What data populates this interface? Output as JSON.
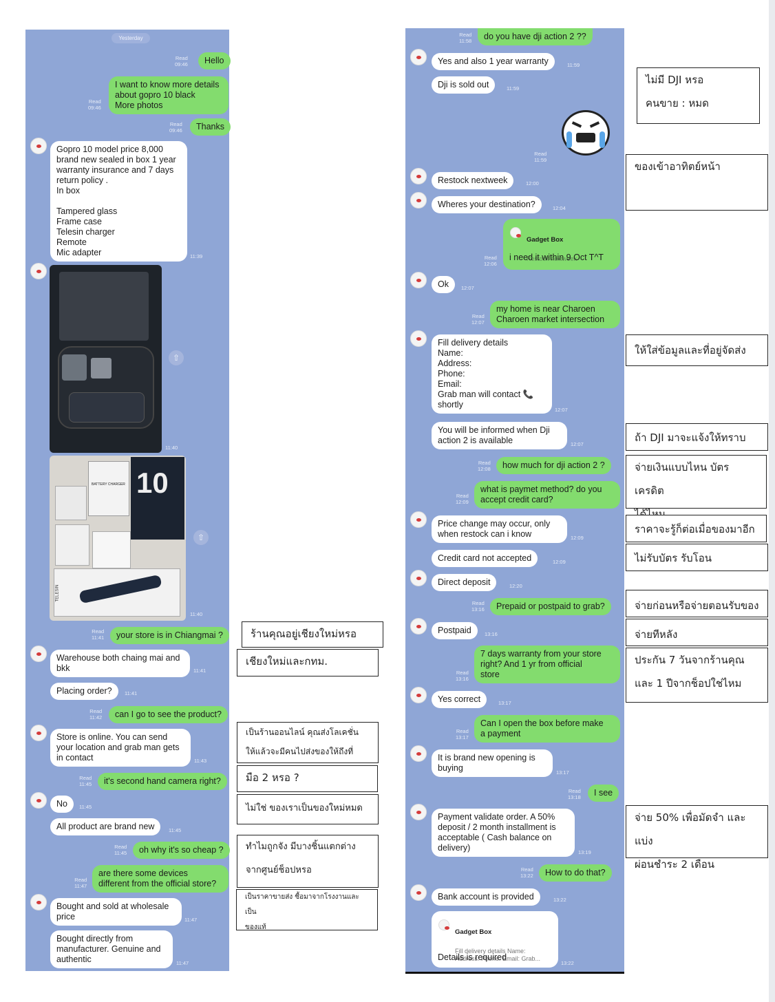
{
  "left_chat": {
    "date_pill": "Yesterday",
    "messages": [
      {
        "text": "Hello",
        "meta": "Read\n09:46"
      },
      {
        "text": "I want to know more details\nabout gopro 10 black\nMore photos",
        "meta": "Read\n09:46"
      },
      {
        "text": "Thanks",
        "meta": "Read\n09:46"
      },
      {
        "text": "Gopro 10 model price 8,000\nbrand new sealed in box 1 year\nwarranty insurance and 7 days\nreturn policy .\nIn box\n\nTampered glass\nFrame case\nTelesin charger\nRemote\nMic adapter",
        "meta": "11:39"
      },
      {
        "text": "your store is in Chiangmai ?",
        "meta": "Read\n11:41"
      },
      {
        "text": "Warehouse both chaing mai and\nbkk",
        "meta": "11:41"
      },
      {
        "text": "Placing order?",
        "meta": "11:41"
      },
      {
        "text": "can I go to see the product?",
        "meta": "Read\n11:42"
      },
      {
        "text": "Store is online. You can send\nyour location and grab man gets\nin contact",
        "meta": "11:43"
      },
      {
        "text": "it's second hand camera right?",
        "meta": "Read\n11:45"
      },
      {
        "text": "No",
        "meta": "11:45"
      },
      {
        "text": "All product are brand new",
        "meta": "11:45"
      },
      {
        "text": "oh why it's so cheap ?",
        "meta": "Read\n11:45"
      },
      {
        "text": "are there some devices\ndifferent from the official store?",
        "meta": "Read\n11:47"
      },
      {
        "text": "Bought and sold at wholesale\nprice",
        "meta": "11:47"
      },
      {
        "text": "Bought directly from\nmanufacturer. Genuine and\nauthentic",
        "meta": "11:47"
      }
    ],
    "photo_times": [
      "11:40",
      "11:40"
    ],
    "photo_text": {
      "battery_charger": "BATTERY CHARGER",
      "gopro_number": "10",
      "telesin": "TELESIN"
    }
  },
  "right_chat": {
    "messages": [
      {
        "text": "do you have dji action 2 ??",
        "meta": "Read\n11:58"
      },
      {
        "text": "Yes and also 1 year warranty",
        "meta": "11:59"
      },
      {
        "text": "Dji is sold out",
        "meta": "11:59"
      },
      {
        "text": "Restock nextweek",
        "meta": "12:00"
      },
      {
        "text": "Wheres your destination?",
        "meta": "12:04"
      },
      {
        "text": "i need it within 9 Oct T^T",
        "meta": "Read\n12:06"
      },
      {
        "text": "Ok",
        "meta": "12:07"
      },
      {
        "text": "my home is near Charoen\nCharoen market intersection",
        "meta": "Read\n12:07"
      },
      {
        "text": "Fill delivery details\nName:\nAddress:\nPhone:\nEmail:\nGrab man will contact 📞\nshortly",
        "meta": "12:07"
      },
      {
        "text": "You will be informed when Dji\naction 2 is available",
        "meta": "12:07"
      },
      {
        "text": "how much for dji action 2 ?",
        "meta": "Read\n12:08"
      },
      {
        "text": "what is paymet method? do you\naccept credit card?",
        "meta": "Read\n12:09"
      },
      {
        "text": "Price change may occur, only\nwhen restock can i know",
        "meta": "12:09"
      },
      {
        "text": "Credit card not accepted",
        "meta": "12:09"
      },
      {
        "text": "Direct deposit",
        "meta": "12:20"
      },
      {
        "text": "Prepaid or postpaid to grab?",
        "meta": "Read\n13:16"
      },
      {
        "text": "Postpaid",
        "meta": "13:16"
      },
      {
        "text": "7 days warranty from your store\nright? And 1 yr from official\nstore",
        "meta": "Read\n13:16"
      },
      {
        "text": "Yes correct",
        "meta": "13:17"
      },
      {
        "text": "Can I open the box before make\na payment",
        "meta": "Read\n13:17"
      },
      {
        "text": "It is brand new opening is\nbuying",
        "meta": "13:17"
      },
      {
        "text": "I see",
        "meta": "Read\n13:18"
      },
      {
        "text": "Payment validate order. A 50%\ndeposit / 2 month installment is\nacceptable ( Cash balance on\ndelivery)",
        "meta": "13:19"
      },
      {
        "text": "How to do that?",
        "meta": "Read\n13:22"
      },
      {
        "text": "Bank account is provided",
        "meta": "13:22"
      },
      {
        "text": "Details is required",
        "meta": "13:22"
      }
    ],
    "sticker_meta": "Read\n11:59",
    "quotes": [
      {
        "source": "Gadget Box",
        "text": "Restock nextweek"
      },
      {
        "source": "Gadget Box",
        "text": "Fill delivery details Name:\nAddress: Phone: Email: Grab..."
      }
    ]
  },
  "notes": [
    "ร้านคุณอยู่เชียงใหม่หรอ",
    "เชียงใหม่และกทม.",
    "เป็นร้านออนไลน์ คุณส่งโลเคชั่น\nให้แล้วจะมีคนไปส่งของให้ถึงที่",
    "มือ 2 หรอ ?",
    "ไม่ใช่ ของเราเป็นของใหม่หมด",
    "ทำไมถูกจัง มีบางชิ้นแตกต่าง\nจากศูนย์ช็อปหรอ",
    "เป็นราคาขายส่ง ซื้อมาจากโรงงานและเป็น\nของแท้",
    "ไม่มี DJI หรอ\nคนขาย : หมด",
    "ของเข้าอาทิตย์หน้า",
    "ให้ใส่ข้อมูลและที่อยู่จัดส่ง",
    "ถ้า DJI มาจะแจ้งให้ทราบ",
    "จ่ายเงินแบบไหน บัตรเครดิต\nได้ไหม",
    "ราคาจะรู้ก็ต่อเมื่อของมาอีกที",
    "ไม่รับบัตร รับโอน",
    "จ่ายก่อนหรือจ่ายตอนรับของ",
    "จ่ายทีหลัง",
    "ประกัน 7 วันจากร้านคุณ\nและ 1 ปีจากช็อปใช่ไหม",
    "จ่าย 50% เพื่อมัดจำ และแบ่ง\nผ่อนชำระ 2 เดือน"
  ]
}
